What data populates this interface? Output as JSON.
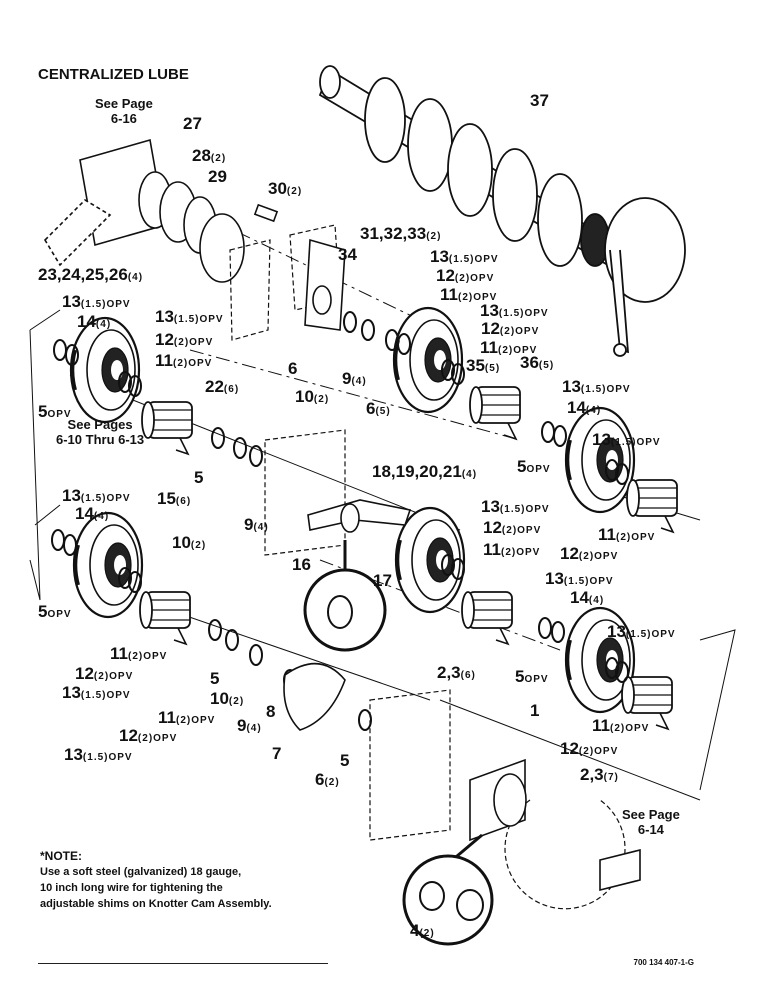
{
  "title": "CENTRALIZED LUBE",
  "refs": [
    {
      "id": "ref-top-left",
      "text": "See Page\n6-16"
    },
    {
      "id": "ref-mid-left",
      "text": "See Pages\n6-10 Thru 6-13"
    },
    {
      "id": "ref-bottom-right",
      "text": "See Page\n6-14"
    }
  ],
  "callouts": [
    {
      "n": "37",
      "s": ""
    },
    {
      "n": "27",
      "s": ""
    },
    {
      "n": "28",
      "s": "(2)"
    },
    {
      "n": "29",
      "s": ""
    },
    {
      "n": "30",
      "s": "(2)"
    },
    {
      "n": "31,32,33",
      "s": "(2)"
    },
    {
      "n": "34",
      "s": ""
    },
    {
      "n": "23,24,25,26",
      "s": "(4)"
    },
    {
      "n": "13",
      "s": "(1.5)OPV"
    },
    {
      "n": "12",
      "s": "(2)OPV"
    },
    {
      "n": "11",
      "s": "(2)OPV"
    },
    {
      "n": "13",
      "s": "(1.5)OPV"
    },
    {
      "n": "14",
      "s": "(4)"
    },
    {
      "n": "13",
      "s": "(1.5)OPV"
    },
    {
      "n": "12",
      "s": "(2)OPV"
    },
    {
      "n": "11",
      "s": "(2)OPV"
    },
    {
      "n": "13",
      "s": "(1.5)OPV"
    },
    {
      "n": "12",
      "s": "(2)OPV"
    },
    {
      "n": "11",
      "s": "(2)OPV"
    },
    {
      "n": "35",
      "s": "(5)"
    },
    {
      "n": "36",
      "s": "(5)"
    },
    {
      "n": "6",
      "s": ""
    },
    {
      "n": "10",
      "s": "(2)"
    },
    {
      "n": "9",
      "s": "(4)"
    },
    {
      "n": "6",
      "s": "(5)"
    },
    {
      "n": "22",
      "s": "(6)"
    },
    {
      "n": "5",
      "s": "OPV"
    },
    {
      "n": "13",
      "s": "(1.5)OPV"
    },
    {
      "n": "14",
      "s": "(4)"
    },
    {
      "n": "13",
      "s": "(1.5)OPV"
    },
    {
      "n": "5",
      "s": "OPV"
    },
    {
      "n": "5",
      "s": ""
    },
    {
      "n": "18,19,20,21",
      "s": "(4)"
    },
    {
      "n": "13",
      "s": "(1.5)OPV"
    },
    {
      "n": "14",
      "s": "(4)"
    },
    {
      "n": "15",
      "s": "(6)"
    },
    {
      "n": "9",
      "s": "(4)"
    },
    {
      "n": "10",
      "s": "(2)"
    },
    {
      "n": "13",
      "s": "(1.5)OPV"
    },
    {
      "n": "12",
      "s": "(2)OPV"
    },
    {
      "n": "11",
      "s": "(2)OPV"
    },
    {
      "n": "11",
      "s": "(2)OPV"
    },
    {
      "n": "12",
      "s": "(2)OPV"
    },
    {
      "n": "16",
      "s": ""
    },
    {
      "n": "17",
      "s": ""
    },
    {
      "n": "13",
      "s": "(1.5)OPV"
    },
    {
      "n": "14",
      "s": "(4)"
    },
    {
      "n": "5",
      "s": "OPV"
    },
    {
      "n": "13",
      "s": "(1.5)OPV"
    },
    {
      "n": "5",
      "s": "OPV"
    },
    {
      "n": "11",
      "s": "(2)OPV"
    },
    {
      "n": "12",
      "s": "(2)OPV"
    },
    {
      "n": "13",
      "s": "(1.5)OPV"
    },
    {
      "n": "5",
      "s": ""
    },
    {
      "n": "10",
      "s": "(2)"
    },
    {
      "n": "8",
      "s": ""
    },
    {
      "n": "11",
      "s": "(2)OPV"
    },
    {
      "n": "12",
      "s": "(2)OPV"
    },
    {
      "n": "13",
      "s": "(1.5)OPV"
    },
    {
      "n": "9",
      "s": "(4)"
    },
    {
      "n": "7",
      "s": ""
    },
    {
      "n": "5",
      "s": ""
    },
    {
      "n": "6",
      "s": "(2)"
    },
    {
      "n": "2,3",
      "s": "(6)"
    },
    {
      "n": "1",
      "s": ""
    },
    {
      "n": "11",
      "s": "(2)OPV"
    },
    {
      "n": "12",
      "s": "(2)OPV"
    },
    {
      "n": "2,3",
      "s": "(7)"
    },
    {
      "n": "4",
      "s": "(2)"
    }
  ],
  "note": {
    "heading": "*NOTE:",
    "lines": [
      "Use a soft steel (galvanized) 18 gauge,",
      "10 inch long wire for tightening the",
      "adjustable shims on Knotter Cam Assembly."
    ]
  },
  "figure_id": "700 134 407-1-G"
}
